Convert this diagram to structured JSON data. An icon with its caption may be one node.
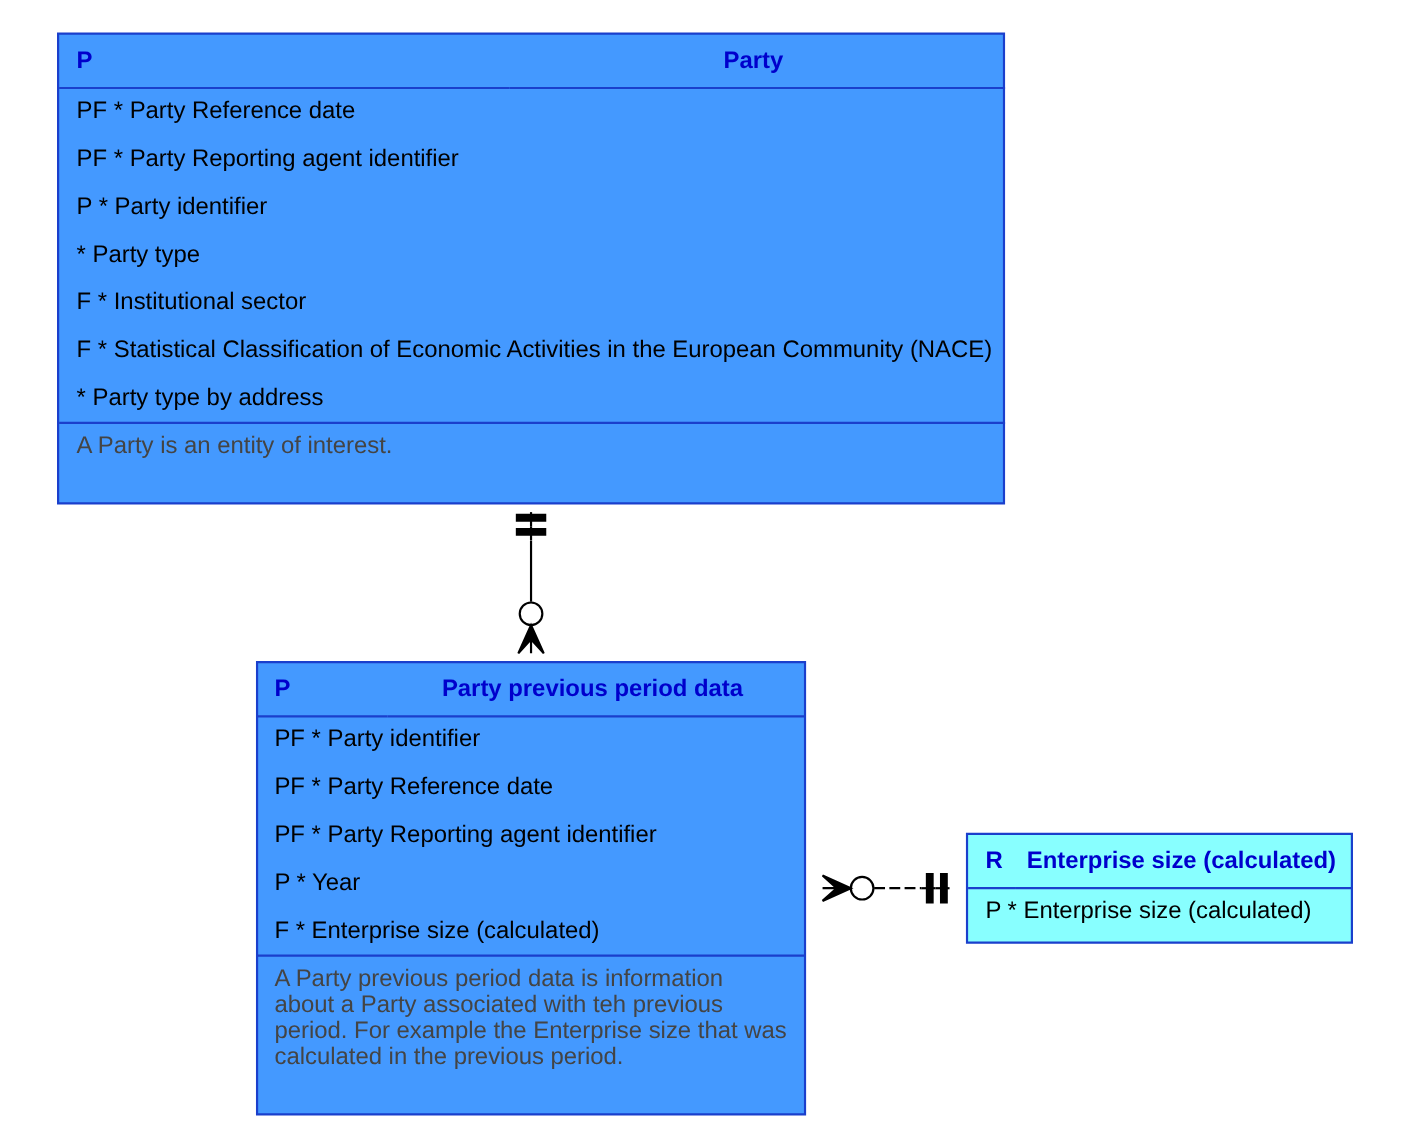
{
  "diagram": {
    "nodes": [
      {
        "text": [
          "P",
          "Party",
          "PF * Party Reference date",
          "PF * Party Reporting agent identifier",
          "P * Party identifier",
          "* Party type",
          "F * Institutional sector",
          "F * Statistical Classification of Economic Activities in the European Community (NACE)",
          "* Party type by address",
          "A Party is an entity of interest."
        ]
      },
      {
        "text": [
          "P",
          "Party previous period data",
          "PF * Party identifier",
          "PF * Party Reference date",
          "PF * Party Reporting agent identifier",
          "P * Year",
          "F * Enterprise size (calculated)",
          "A Party previous period data is information about a Party associated with teh previous period. For example the Enterprise size that was calculated in the previous period."
        ]
      },
      {
        "text": [
          "R",
          "Enterprise size (calculated)",
          "P * Enterprise size (calculated)"
        ]
      }
    ],
    "edges": [
      {
        "from": 0,
        "to": 1,
        "arrow": "other"
      },
      {
        "from": 1,
        "to": 2,
        "arrow": "other",
        "style": "dashed"
      }
    ]
  }
}
